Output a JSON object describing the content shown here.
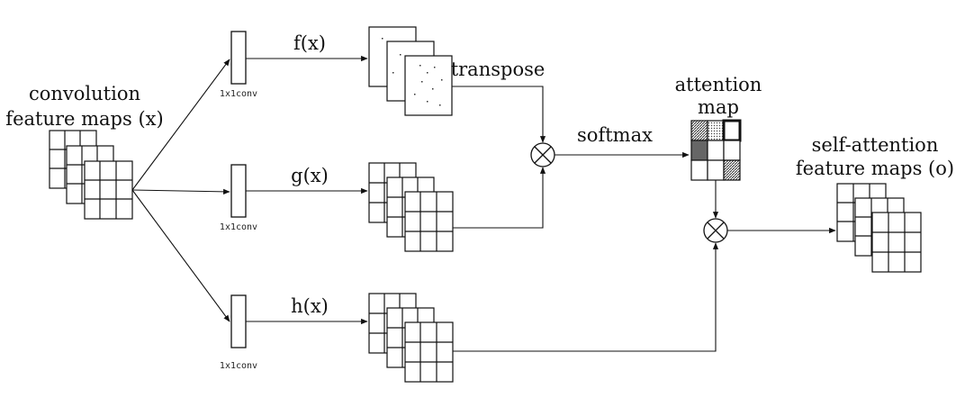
{
  "input": {
    "title_line1": "convolution",
    "title_line2": "feature maps (x)"
  },
  "conv_label": "1x1conv",
  "branches": {
    "f": "f(x)",
    "g": "g(x)",
    "h": "h(x)"
  },
  "ops": {
    "transpose": "transpose",
    "softmax": "softmax"
  },
  "attention": {
    "line1": "attention",
    "line2": "map"
  },
  "output": {
    "line1": "self-attention",
    "line2": "feature maps (o)"
  },
  "colors": {
    "line": "#111111",
    "shade_dark": "#555555",
    "shade_light": "#bbbbbb"
  }
}
